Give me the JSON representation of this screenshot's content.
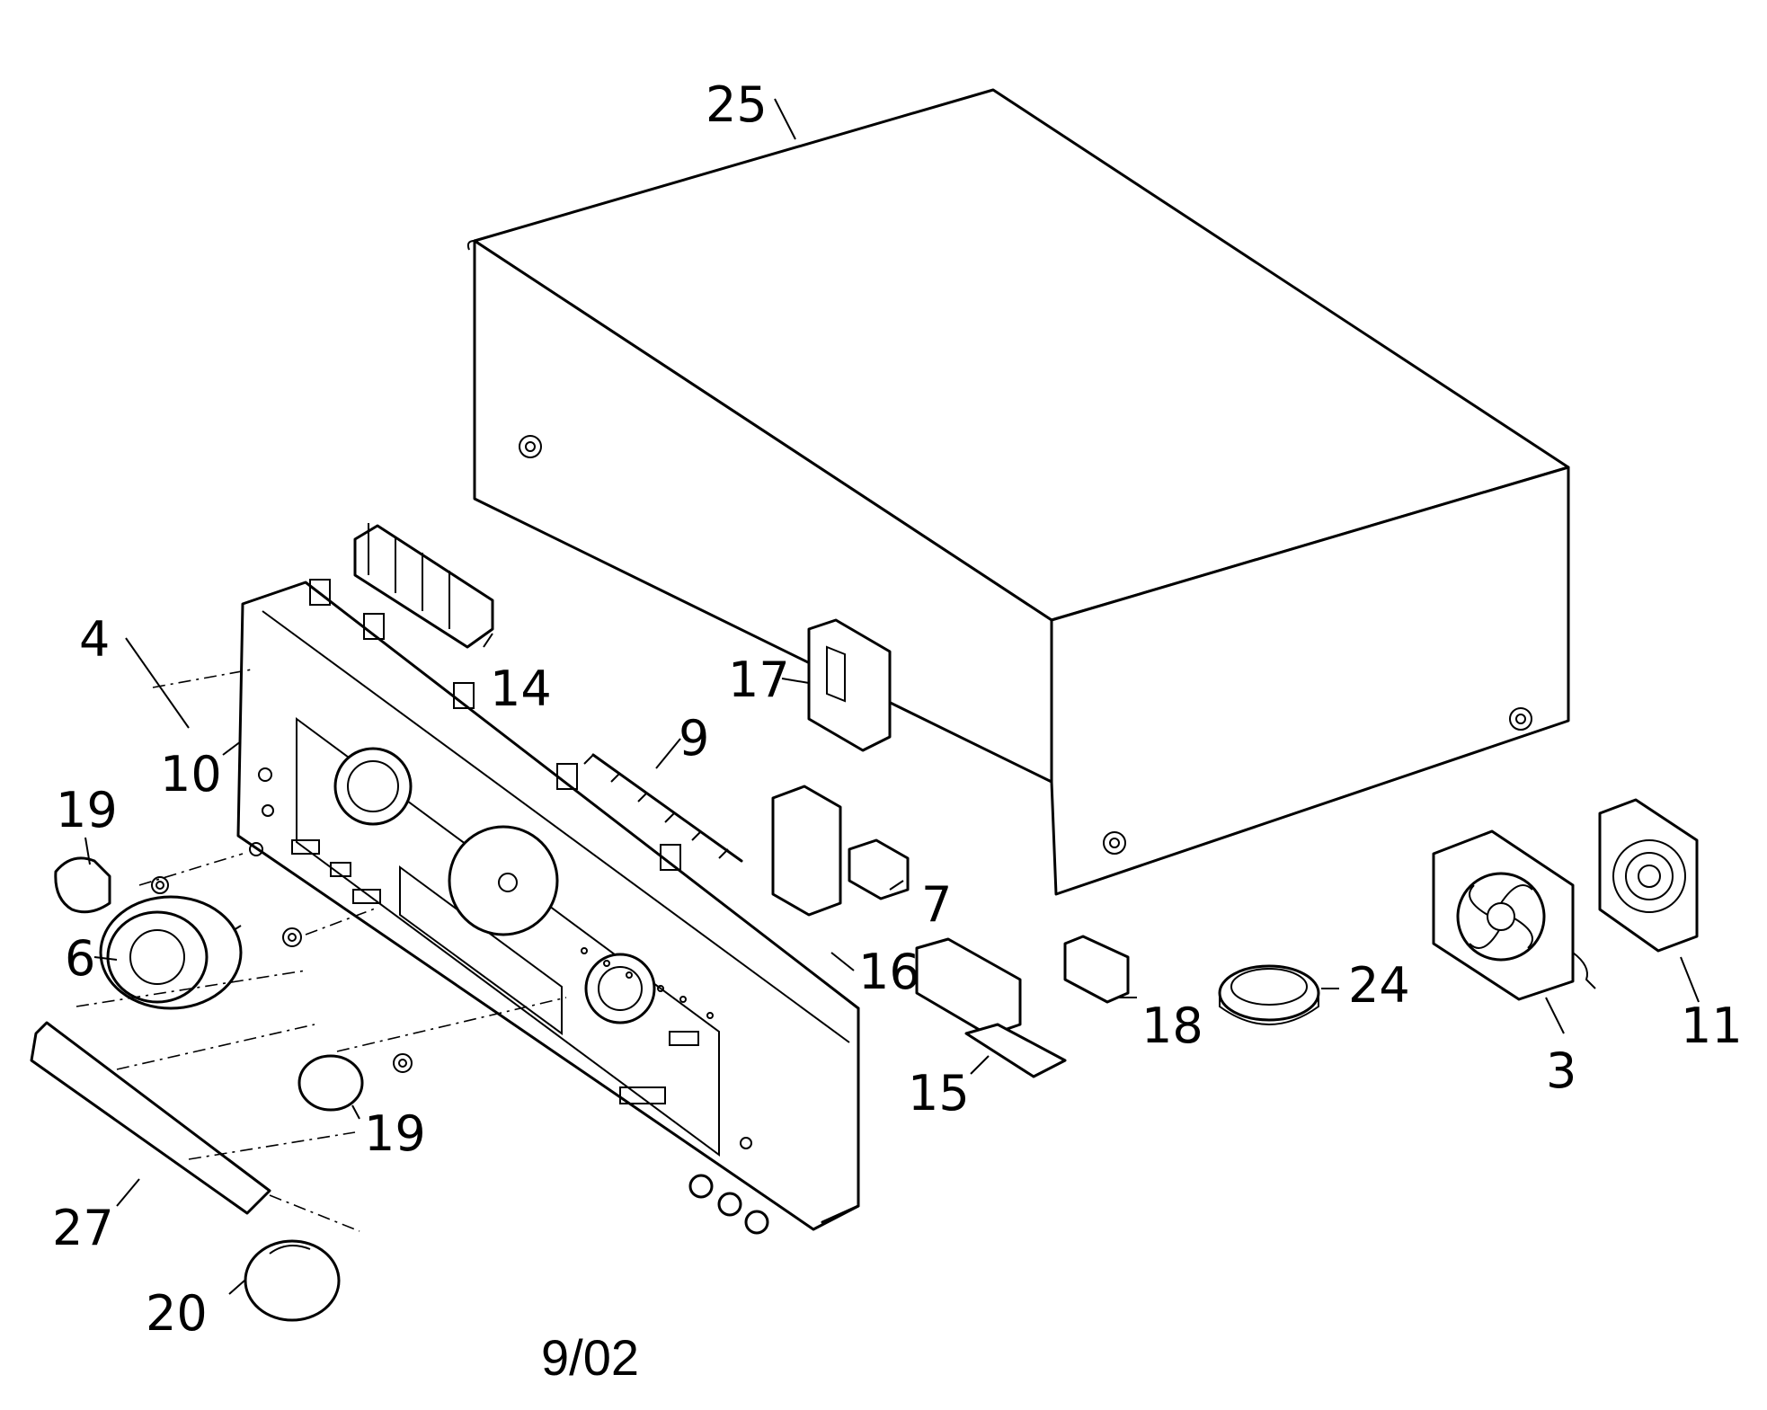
{
  "labels": {
    "cover": "25",
    "screws": "4",
    "front_panel": "10",
    "upper_switch_block": "14",
    "lever_row": "9",
    "jack_block": "17",
    "knob_small_left": "19",
    "knob_small_lower": "19",
    "large_knob": "6",
    "window": "27",
    "knob_bottom": "20",
    "jack_7": "7",
    "jack_16": "16",
    "switch_15": "15",
    "switch_18": "18",
    "foot": "24",
    "fan": "3",
    "fan_guard": "11"
  },
  "date_code": "9/02"
}
